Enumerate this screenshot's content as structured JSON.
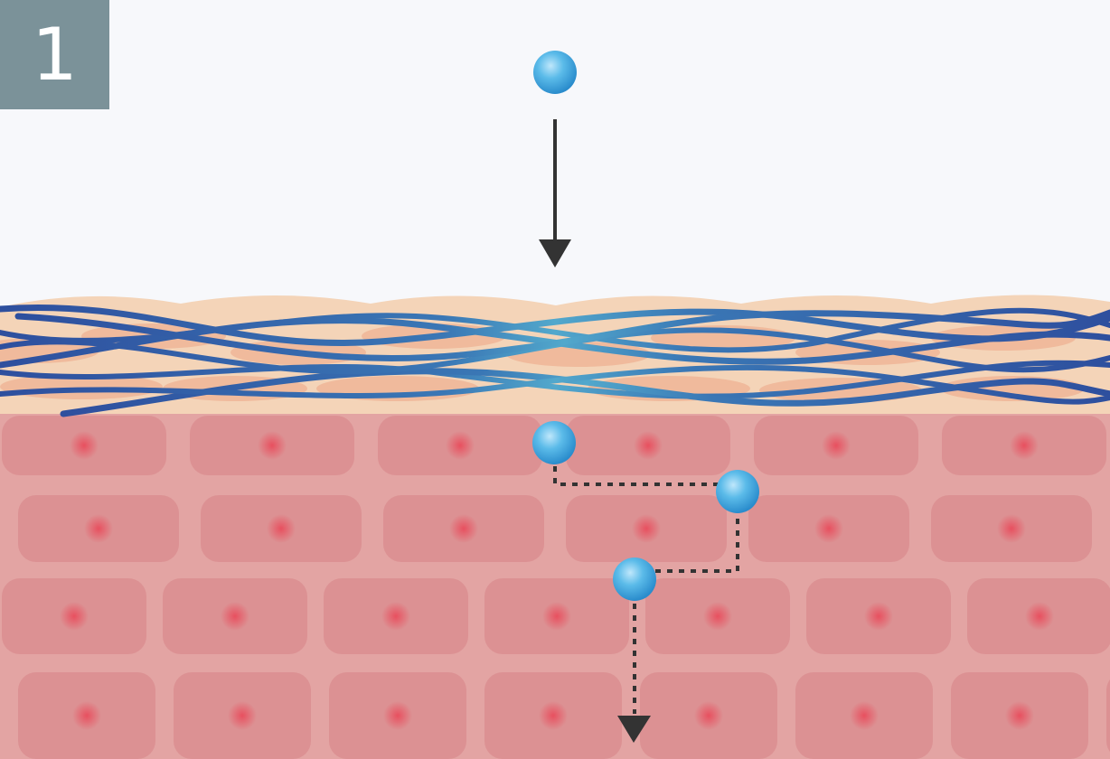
{
  "step_label": "1",
  "colors": {
    "background": "#f7f8fb",
    "badge": "#7b9299",
    "skin_base": "#e3a4a3",
    "cell": "#dc9193",
    "nucleus": "#e8505f",
    "top_layer": "#f4d4b8",
    "top_layer_patch": "#eeb596",
    "fiber_dark": "#2e4f9e",
    "fiber_light": "#4aa2c9",
    "particle": "#3aa6df",
    "arrow": "#333333"
  },
  "icons": [
    "molecule-sphere",
    "down-arrow",
    "dashed-path-arrow"
  ]
}
